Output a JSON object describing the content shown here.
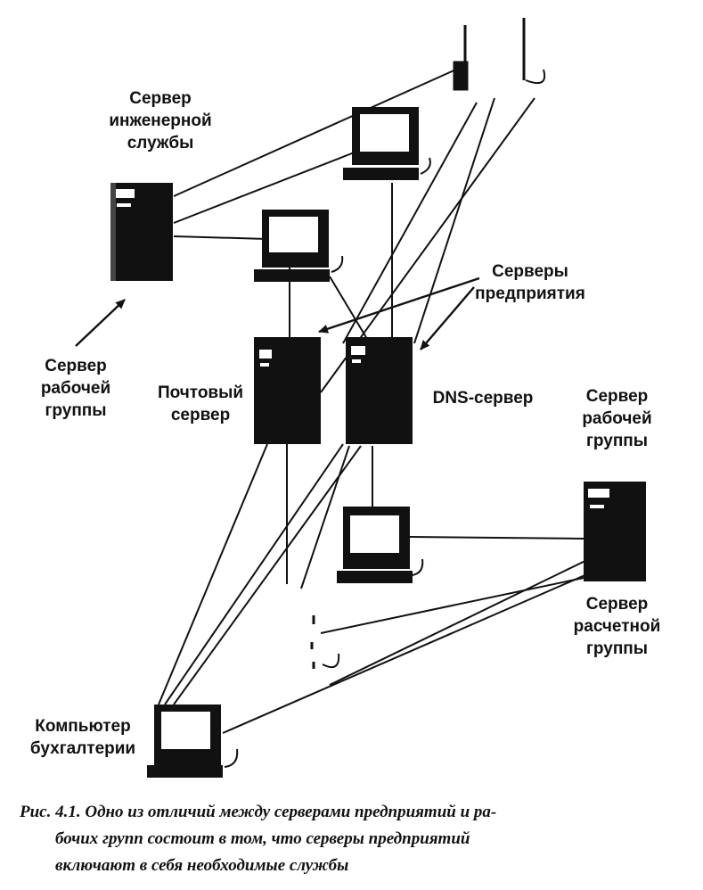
{
  "labels": {
    "engineering_server": "Сервер\nинженерной\nслужбы",
    "enterprise_servers": "Серверы\nпредприятия",
    "workgroup_server_left": "Сервер\nрабочей\nгруппы",
    "mail_server": "Почтовый\nсервер",
    "dns_server": "DNS-сервер",
    "workgroup_server_right": "Сервер\nрабочей\nгруппы",
    "accounting_group_server": "Сервер\nрасчетной\nгруппы",
    "accounting_computer": "Компьютер\nбухгалтерии"
  },
  "caption": {
    "line1": "Рис. 4.1. Одно из отличий между серверами предприятий и ра-",
    "line2": "бочих групп состоит в том, что серверы предприятий",
    "line3": "включают в себя необходимые службы"
  },
  "colors": {
    "ink": "#111111",
    "paper": "#ffffff"
  }
}
